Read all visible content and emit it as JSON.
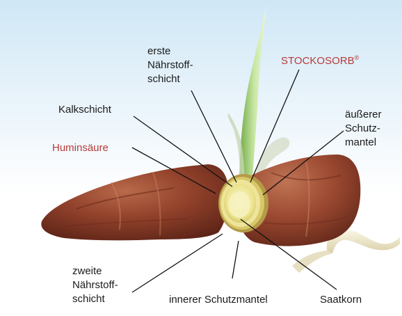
{
  "labels": {
    "erste_naehrstoffschicht": [
      "erste",
      "Nährstoff-",
      "schicht"
    ],
    "kalkschicht": "Kalkschicht",
    "stockosorb": "STOCKOSORB",
    "stockosorb_mark": "®",
    "aeusserer_schutzmantel": [
      "äußerer",
      "Schutz-",
      "mantel"
    ],
    "huminsaeure": "Huminsäure",
    "zweite_naehrstoffschicht": [
      "zweite",
      "Nährstoff-",
      "schicht"
    ],
    "innerer_schutzmantel": "innerer Schutzmantel",
    "saatkorn": "Saatkorn"
  },
  "colors": {
    "accent_label": "#b83a38",
    "label_text": "#1a1a1a",
    "leader_line": "#111111",
    "pellet": "#8a3a26",
    "seed_core": "#f3efb0",
    "sprout": "#9ccc6a",
    "root": "#f2ecd2"
  },
  "icons": {
    "illustration": "coated-seed-pellet-with-sprout-and-root"
  }
}
